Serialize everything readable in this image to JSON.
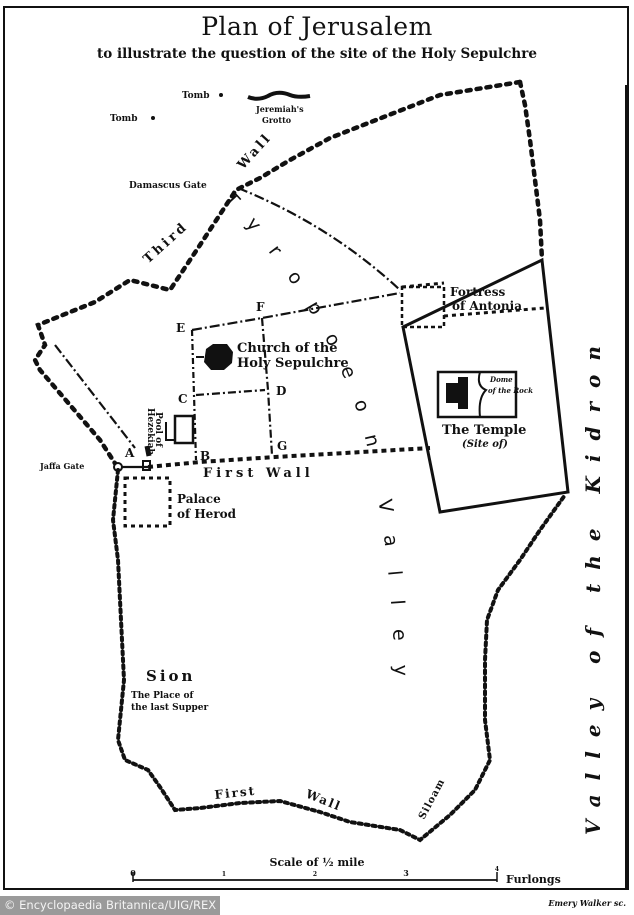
{
  "header": {
    "title": "Plan of Jerusalem",
    "subtitle": "to illustrate the question of the site of the Holy Sepulchre"
  },
  "labels": {
    "tomb_1": "Tomb",
    "tomb_2": "Tomb",
    "jeremiahs_grotto_line1": "Jeremiah's",
    "jeremiahs_grotto_line2": "Grotto",
    "damascus_gate": "Damascus Gate",
    "third_wall_a": "Third",
    "third_wall_b": "Wall",
    "fortress_line1": "Fortress",
    "fortress_line2": "of Antonia",
    "church_line1": "Church of the",
    "church_line2": "Holy Sepulchre",
    "dome_line1": "Dome",
    "dome_line2": "of the Rock",
    "temple_line1": "The Temple",
    "temple_line2": "(Site of)",
    "pool_line1": "Pool of",
    "pool_line2": "Hezekiah",
    "jaffa_gate": "Jaffa Gate",
    "first_wall_north": "First Wall",
    "palace_line1": "Palace",
    "palace_line2": "of Herod",
    "sion": "Sion",
    "sion_line1": "The Place of",
    "sion_line2": "the last Supper",
    "first_wall_south_a": "First",
    "first_wall_south_b": "Wall",
    "siloam": "Siloam",
    "tyropoeon_valley": "Tyropoeon Valley",
    "valley_of_the_kidron": "Valley of the Kidron",
    "points": {
      "A": "A",
      "B": "B",
      "C": "C",
      "D": "D",
      "E": "E",
      "F": "F",
      "G": "G"
    }
  },
  "scale": {
    "title": "Scale of ½ mile",
    "unit": "Furlongs",
    "ticks": [
      "0",
      "1",
      "2",
      "3",
      "4"
    ]
  },
  "footer": {
    "credit": "© Encyclopaedia Britannica/UIG/REX",
    "engraver": "Emery Walker sc."
  }
}
